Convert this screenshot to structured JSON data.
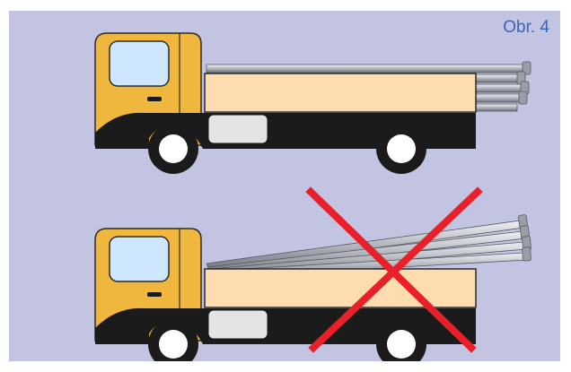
{
  "figure": {
    "caption": "Obr. 4"
  },
  "colors": {
    "background": "#c2c4e2",
    "cab": "#efb73d",
    "cab_outline": "#2a2a2a",
    "window": "#cfe6ff",
    "cargo_bed": "#fddcb0",
    "chassis": "#1b1b1b",
    "wheel_tire": "#1b1b1b",
    "wheel_hub": "#ffffff",
    "pipe": "#b9bcc2",
    "pipe_edge": "#555a63",
    "cross_mark": "#e8202a"
  },
  "scenes": [
    {
      "name": "correct-loading",
      "pipes": "straight",
      "crossed": false
    },
    {
      "name": "incorrect-loading",
      "pipes": "tilted",
      "crossed": true
    }
  ]
}
